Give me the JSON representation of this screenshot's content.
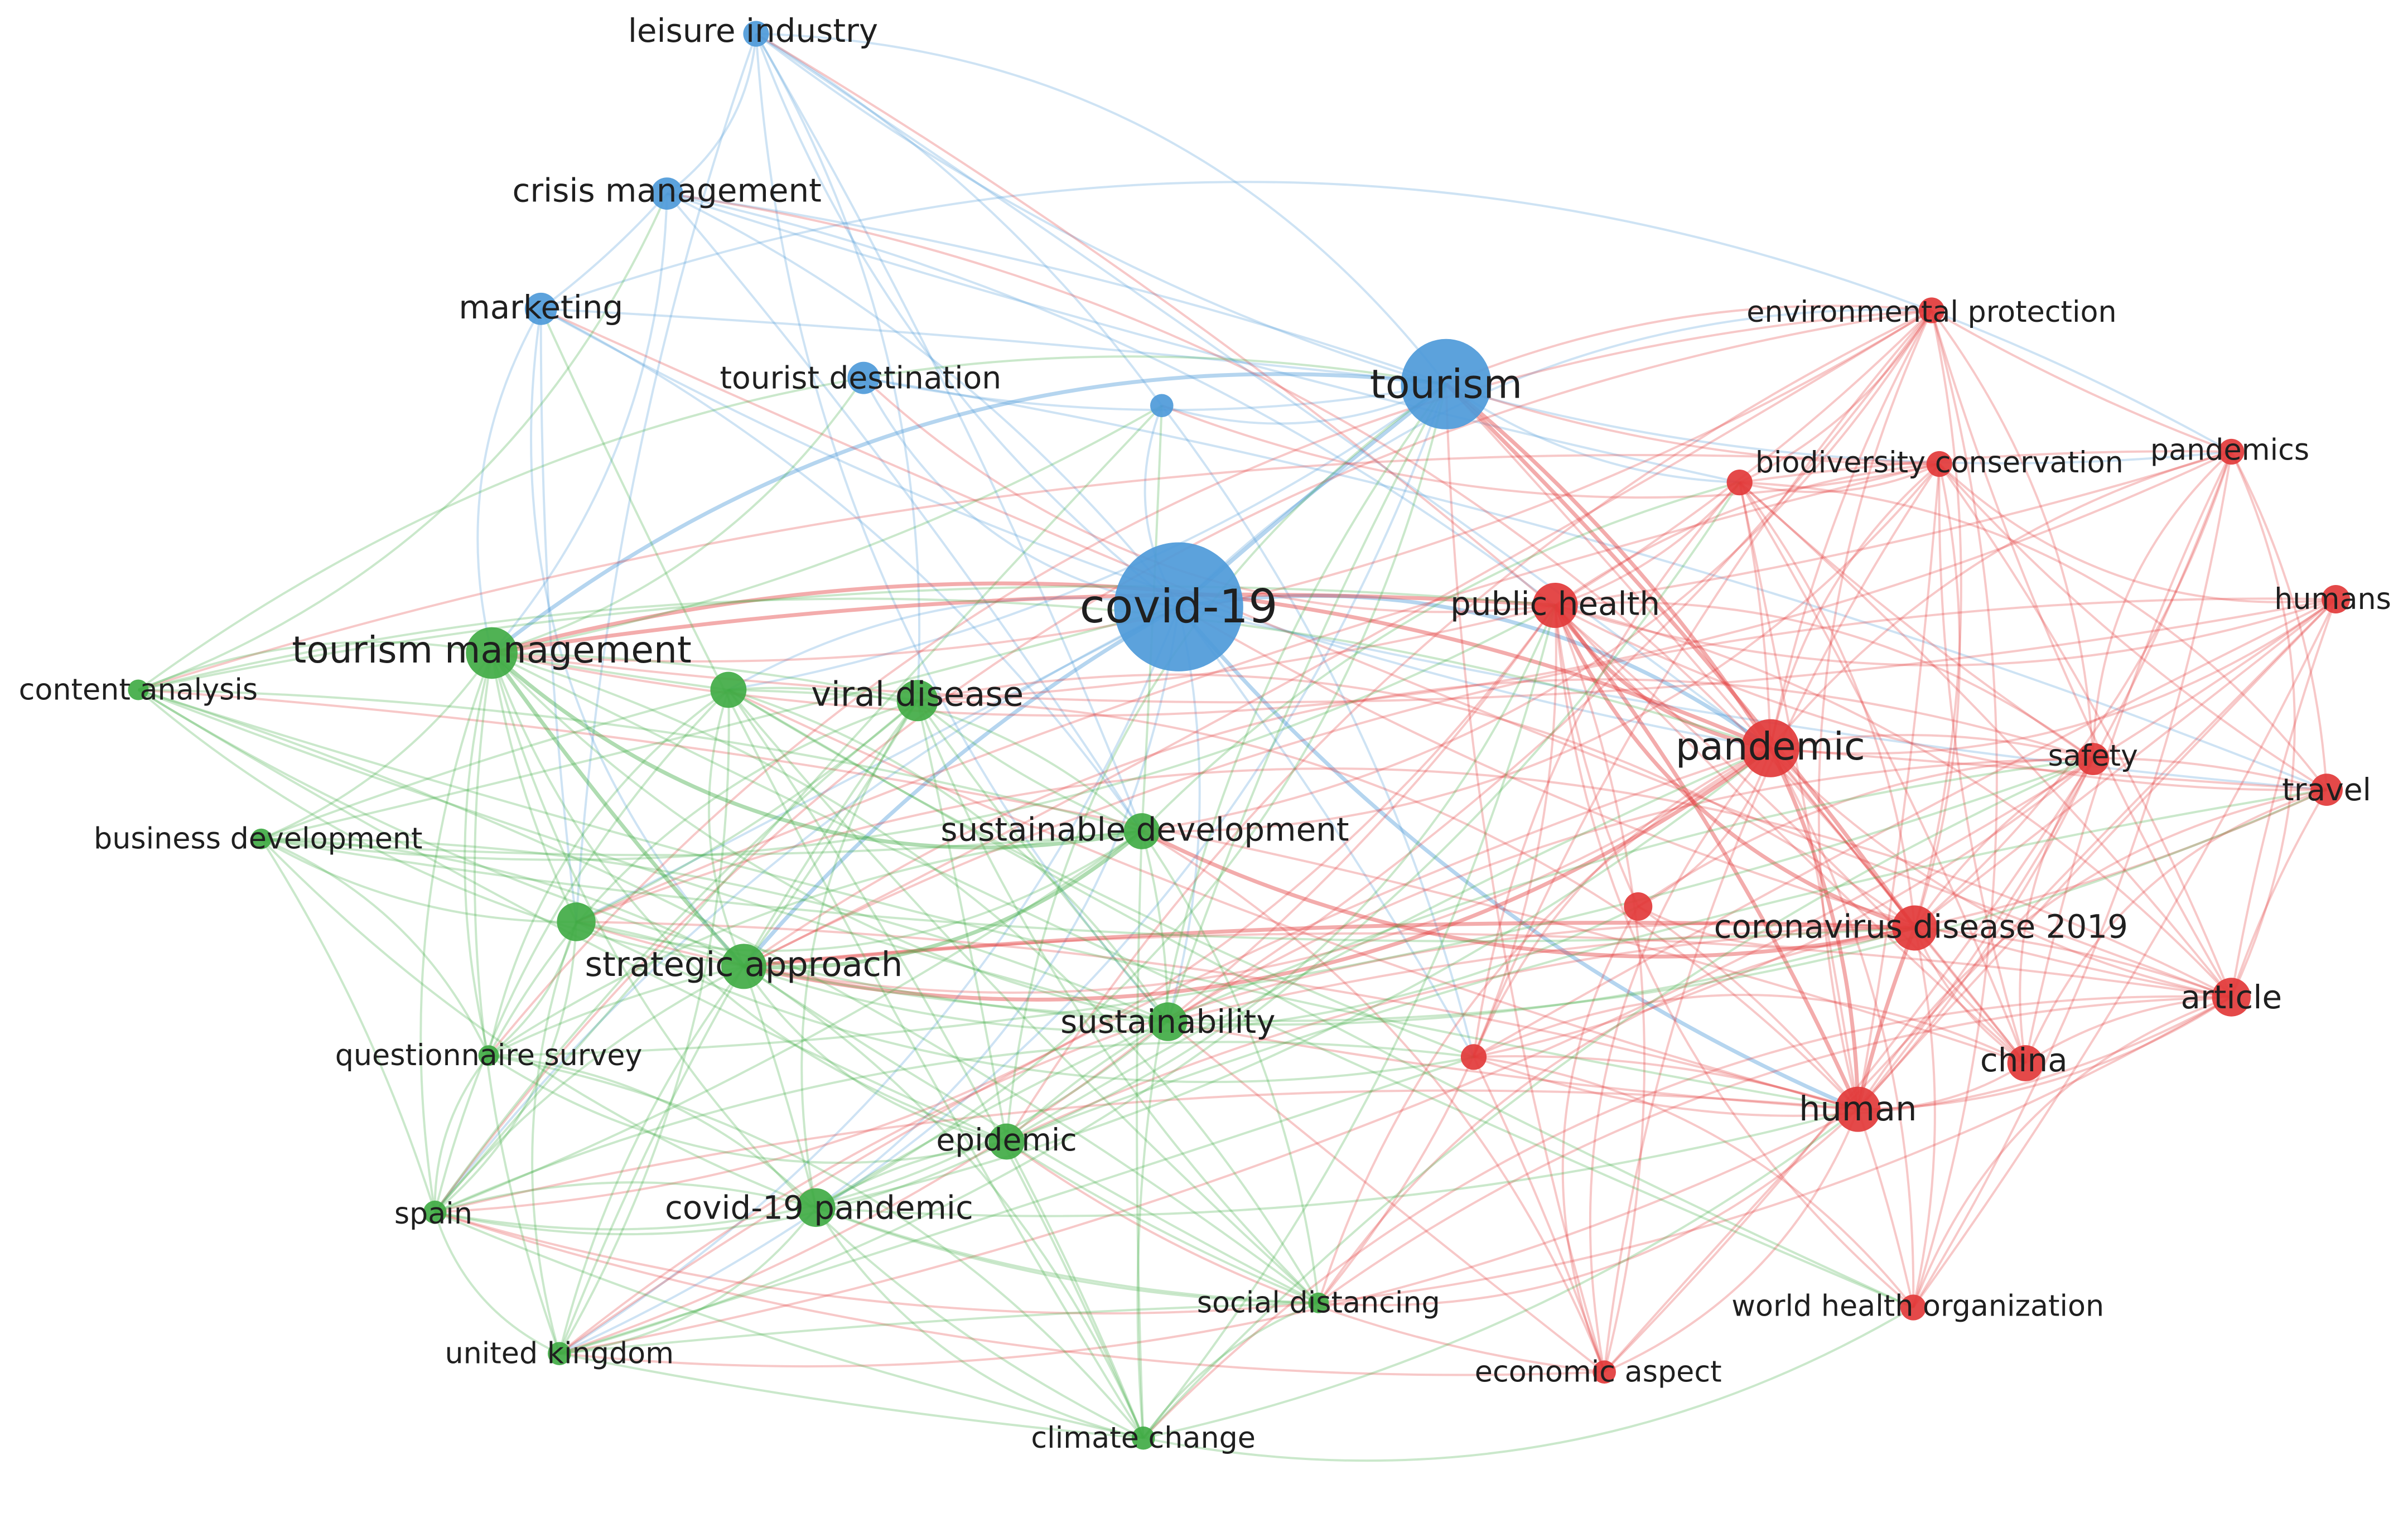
{
  "colors": {
    "background": "#ffffff",
    "label": "#1f1f1f",
    "tourism-cluster": "#4e9ad9",
    "health-cluster": "#e23a3a",
    "sustainability-cluster": "#41ab45"
  },
  "nodes": [
    {
      "id": "covid-19",
      "label": "covid-19",
      "cluster": "tourism-cluster",
      "weight": 10
    },
    {
      "id": "tourism",
      "label": "tourism",
      "cluster": "tourism-cluster",
      "weight": 7
    },
    {
      "id": "leisure-industry",
      "label": "leisure industry",
      "cluster": "tourism-cluster",
      "weight": 2
    },
    {
      "id": "crisis-management",
      "label": "crisis management",
      "cluster": "tourism-cluster",
      "weight": 2.5
    },
    {
      "id": "marketing",
      "label": "marketing",
      "cluster": "tourism-cluster",
      "weight": 2.5
    },
    {
      "id": "tourist-destination",
      "label": "tourist destination",
      "cluster": "tourism-cluster",
      "weight": 2.5
    },
    {
      "id": "unlabeled-blue",
      "label": "",
      "cluster": "tourism-cluster",
      "weight": 1.8
    },
    {
      "id": "environmental-protection",
      "label": "environmental protection",
      "cluster": "health-cluster",
      "weight": 2
    },
    {
      "id": "biodiversity-conservation",
      "label": "biodiversity conservation",
      "cluster": "health-cluster",
      "weight": 2
    },
    {
      "id": "unlabeled-red-1",
      "label": "",
      "cluster": "health-cluster",
      "weight": 2
    },
    {
      "id": "pandemics",
      "label": "pandemics",
      "cluster": "health-cluster",
      "weight": 2
    },
    {
      "id": "public-health",
      "label": "public health",
      "cluster": "health-cluster",
      "weight": 3.5
    },
    {
      "id": "humans",
      "label": "humans",
      "cluster": "health-cluster",
      "weight": 2.2
    },
    {
      "id": "pandemic",
      "label": "pandemic",
      "cluster": "health-cluster",
      "weight": 4.5
    },
    {
      "id": "safety",
      "label": "safety",
      "cluster": "health-cluster",
      "weight": 2.5
    },
    {
      "id": "travel",
      "label": "travel",
      "cluster": "health-cluster",
      "weight": 2.5
    },
    {
      "id": "unlabeled-red-2",
      "label": "",
      "cluster": "health-cluster",
      "weight": 2.2
    },
    {
      "id": "coronavirus-disease-2019",
      "label": "coronavirus disease 2019",
      "cluster": "health-cluster",
      "weight": 3.5
    },
    {
      "id": "article",
      "label": "article",
      "cluster": "health-cluster",
      "weight": 3
    },
    {
      "id": "unlabeled-red-3",
      "label": "",
      "cluster": "health-cluster",
      "weight": 2
    },
    {
      "id": "china",
      "label": "china",
      "cluster": "health-cluster",
      "weight": 2.8
    },
    {
      "id": "human",
      "label": "human",
      "cluster": "health-cluster",
      "weight": 3.5
    },
    {
      "id": "world-health-organization",
      "label": "world health organization",
      "cluster": "health-cluster",
      "weight": 2
    },
    {
      "id": "economic-aspect",
      "label": "economic aspect",
      "cluster": "health-cluster",
      "weight": 1.8
    },
    {
      "id": "tourism-management",
      "label": "tourism management",
      "cluster": "sustainability-cluster",
      "weight": 4
    },
    {
      "id": "unlabeled-green-1",
      "label": "",
      "cluster": "sustainability-cluster",
      "weight": 2.8
    },
    {
      "id": "viral-disease",
      "label": "viral disease",
      "cluster": "sustainability-cluster",
      "weight": 3.2
    },
    {
      "id": "content-analysis",
      "label": "content analysis",
      "cluster": "sustainability-cluster",
      "weight": 1.6
    },
    {
      "id": "business-development",
      "label": "business development",
      "cluster": "sustainability-cluster",
      "weight": 1.6
    },
    {
      "id": "sustainable-development",
      "label": "sustainable development",
      "cluster": "sustainability-cluster",
      "weight": 2.8
    },
    {
      "id": "unlabeled-green-2",
      "label": "",
      "cluster": "sustainability-cluster",
      "weight": 3
    },
    {
      "id": "strategic-approach",
      "label": "strategic approach",
      "cluster": "sustainability-cluster",
      "weight": 3.5
    },
    {
      "id": "sustainability",
      "label": "sustainability",
      "cluster": "sustainability-cluster",
      "weight": 3
    },
    {
      "id": "questionnaire-survey",
      "label": "questionnaire survey",
      "cluster": "sustainability-cluster",
      "weight": 1.6
    },
    {
      "id": "epidemic",
      "label": "epidemic",
      "cluster": "sustainability-cluster",
      "weight": 2.8
    },
    {
      "id": "covid-19-pandemic",
      "label": "covid-19 pandemic",
      "cluster": "sustainability-cluster",
      "weight": 3
    },
    {
      "id": "spain",
      "label": "spain",
      "cluster": "sustainability-cluster",
      "weight": 1.8
    },
    {
      "id": "social-distancing",
      "label": "social distancing",
      "cluster": "sustainability-cluster",
      "weight": 1.6
    },
    {
      "id": "united-kingdom",
      "label": "united kingdom",
      "cluster": "sustainability-cluster",
      "weight": 1.8
    },
    {
      "id": "climate-change",
      "label": "climate change",
      "cluster": "sustainability-cluster",
      "weight": 1.8
    }
  ]
}
